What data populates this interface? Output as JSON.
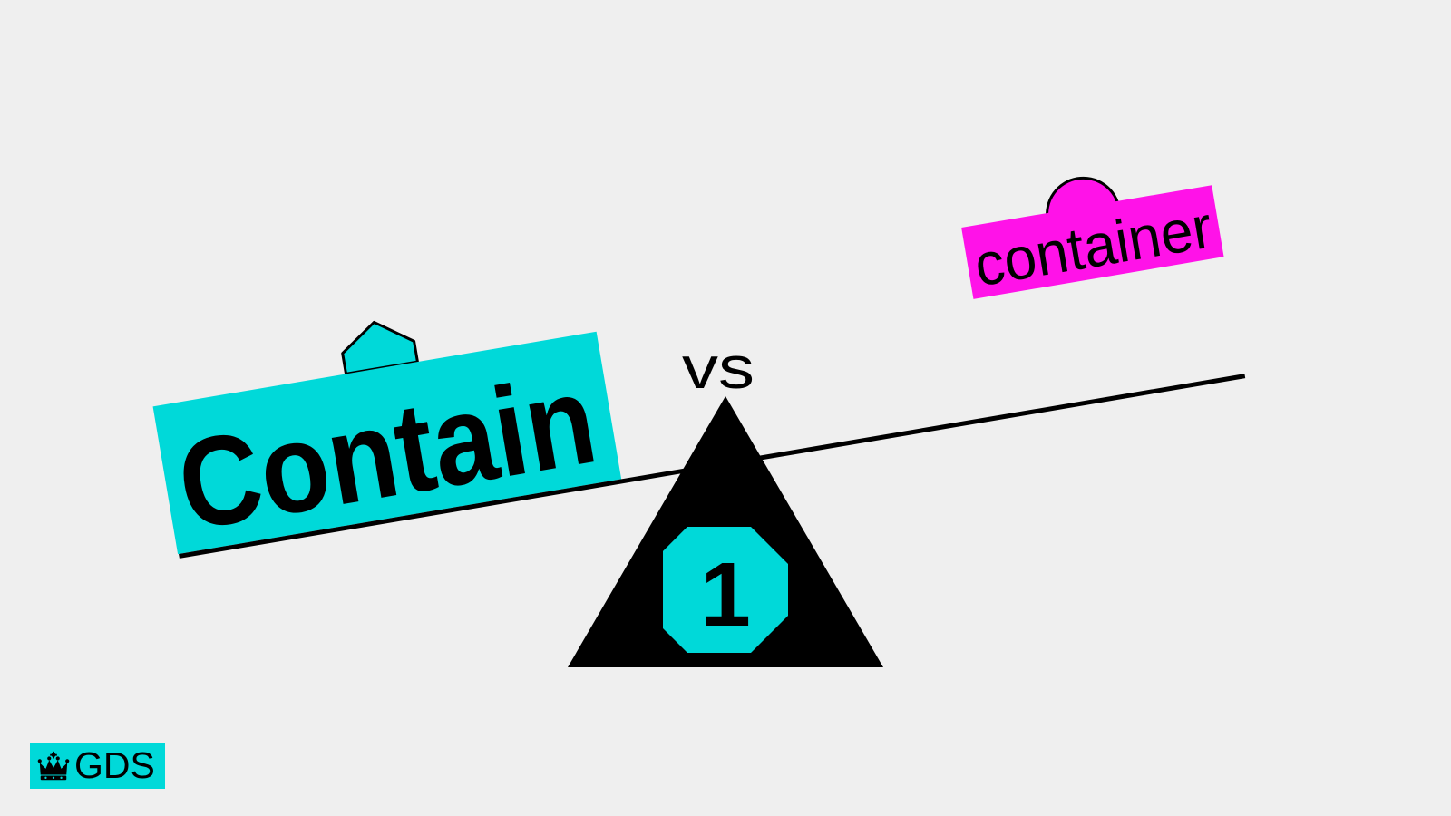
{
  "left_label": "Contain",
  "right_label": "container",
  "vs_label": "vs",
  "fulcrum_number": "1",
  "logo": {
    "text": "GDS",
    "icon": "crown-icon",
    "color": "#00d9d9"
  },
  "colors": {
    "background": "#efefef",
    "cyan": "#00d9d9",
    "magenta": "#ff12e8",
    "ink": "#000000"
  }
}
